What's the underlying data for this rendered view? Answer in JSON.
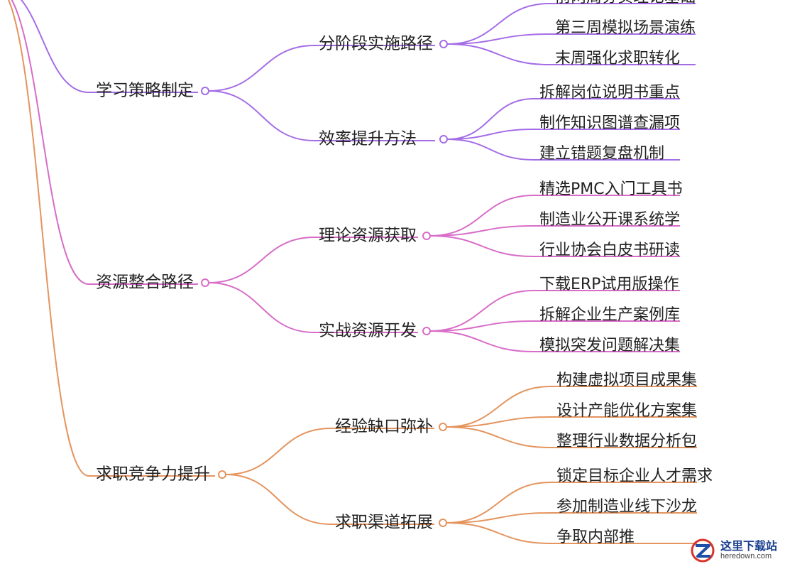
{
  "colors": {
    "purple": "#a46de6",
    "pink": "#d86cc8",
    "orange": "#e4945e"
  },
  "branches": [
    {
      "label": "学习策略制定",
      "color": "purple",
      "children": [
        {
          "label": "分阶段实施路径",
          "leaves": [
            "前两周夯实理论基础",
            "第三周模拟场景演练",
            "末周强化求职转化"
          ]
        },
        {
          "label": "效率提升方法",
          "leaves": [
            "拆解岗位说明书重点",
            "制作知识图谱查漏项",
            "建立错题复盘机制"
          ]
        }
      ]
    },
    {
      "label": "资源整合路径",
      "color": "pink",
      "children": [
        {
          "label": "理论资源获取",
          "leaves": [
            "精选PMC入门工具书",
            "制造业公开课系统学",
            "行业协会白皮书研读"
          ]
        },
        {
          "label": "实战资源开发",
          "leaves": [
            "下载ERP试用版操作",
            "拆解企业生产案例库",
            "模拟突发问题解决集"
          ]
        }
      ]
    },
    {
      "label": "求职竞争力提升",
      "color": "orange",
      "children": [
        {
          "label": "经验缺口弥补",
          "leaves": [
            "构建虚拟项目成果集",
            "设计产能优化方案集",
            "整理行业数据分析包"
          ]
        },
        {
          "label": "求职渠道拓展",
          "leaves": [
            "锁定目标企业人才需求",
            "参加制造业线下沙龙",
            "争取内部推"
          ]
        }
      ]
    }
  ],
  "watermark": {
    "cn": "这里下载站",
    "en": "heredown.com"
  }
}
